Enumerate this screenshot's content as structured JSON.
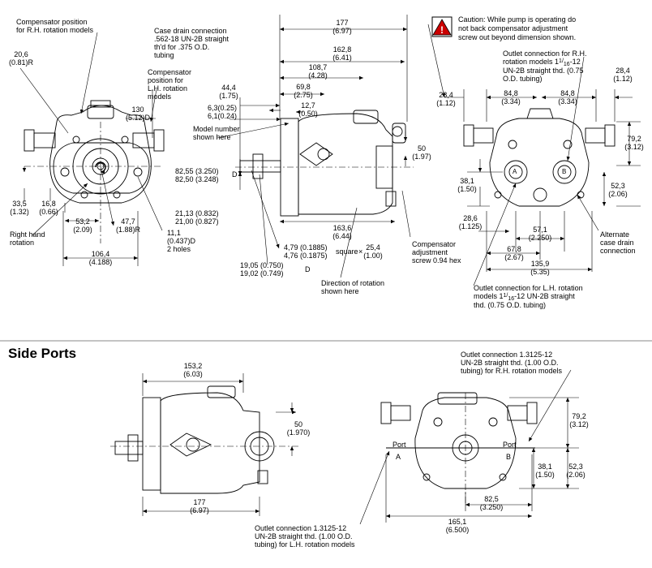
{
  "caution": {
    "line1": "Caution: While pump is operating do",
    "line2": "not back compensator adjustment",
    "line3": "screw out beyond dimension shown."
  },
  "front": {
    "comp_rh_1": "Compensator position",
    "comp_rh_2": "for R.H. rotation models",
    "r_20_6": "20,6",
    "r_081": "(0.81)R",
    "comp_lh_1": "Compensator",
    "comp_lh_2": "position for",
    "comp_lh_3": "L.H. rotation",
    "comp_lh_4": "models",
    "d130": "130",
    "d512": "(5.12)D",
    "d33_5": "33,5",
    "d1_32": "(1.32)",
    "d16_8": "16,8",
    "d0_66": "(0.66)",
    "d53_2": "53,2",
    "d2_09": "(2.09)",
    "d47_7": "47,7",
    "d1_88": "(1.88)R",
    "d11_1": "11,1",
    "d0_437": "(0.437)D",
    "holes": "2 holes",
    "rh_rot_1": "Right hand",
    "rh_rot_2": "rotation",
    "d106_4": "106,4",
    "d4_188": "(4.188)"
  },
  "side": {
    "case_drain_1": "Case drain connection",
    "case_drain_2": ".562-18 UN-2B straight",
    "case_drain_3": "th'd for .375 O.D.",
    "case_drain_4": "tubing",
    "d177": "177",
    "d6_97": "(6.97)",
    "d162_8": "162,8",
    "d6_41": "(6.41)",
    "d108_7": "108,7",
    "d4_28": "(4.28)",
    "d69_8": "69,8",
    "d2_75": "(2.75)",
    "d44_4": "44,4",
    "d1_75": "(1.75)",
    "d12_7": "12,7",
    "d0_50": "(0.50)",
    "d6_3": "6,3(0.25)",
    "d6_1": "6,1(0.24)",
    "model_1": "Model number",
    "model_2": "shown here",
    "d82_55": "82,55 (3.250)",
    "d82_50": "82,50 (3.248)",
    "dD": "D",
    "d50": "50",
    "d1_97": "(1.97)",
    "d21_13": "21,13 (0.832)",
    "d21_00": "21,00 (0.827)",
    "d163_6": "163,6",
    "d6_44": "(6.44)",
    "d4_79": "4,79 (0.1885)",
    "d4_76": "4,76 (0.1875)",
    "square": "square",
    "times": "×",
    "d25_4": "25,4",
    "d1_00": "(1.00)",
    "d19_05": "19,05 (0.750)",
    "d19_02": "19,02 (0.749)",
    "dD2": "D",
    "comp_adj_1": "Compensator",
    "comp_adj_2": "adjustment",
    "comp_adj_3": "screw 0.94 hex",
    "dir_1": "Direction of rotation",
    "dir_2": "shown here"
  },
  "rear": {
    "outlet_rh_1": "Outlet connection for R.H.",
    "outlet_rh_2a": "rotation models 1",
    "outlet_rh_2b": "1/",
    "outlet_rh_2c": "16",
    "outlet_rh_2d": "-12",
    "outlet_rh_3": "UN-2B straight thd. (0.75",
    "outlet_rh_4": "O.D. tubing)",
    "d28_4a": "28,4",
    "d1_12a": "(1.12)",
    "d28_4b": "28,4",
    "d1_12b": "(1.12)",
    "d84_8a": "84,8",
    "d3_34a": "(3.34)",
    "d84_8b": "84,8",
    "d3_34b": "(3.34)",
    "d79_2": "79,2",
    "d3_12": "(3.12)",
    "d38_1": "38,1",
    "d1_50": "(1.50)",
    "d52_3": "52,3",
    "d2_06": "(2.06)",
    "d28_6": "28,6",
    "d1_125": "(1.125)",
    "d57_1": "57,1",
    "d2_250": "(2.250)",
    "d67_8": "67,8",
    "d2_67": "(2.67)",
    "d135_9": "135,9",
    "d5_35": "(5.35)",
    "alt_1": "Alternate",
    "alt_2": "case drain",
    "alt_3": "connection",
    "outlet_lh_1": "Outlet connection for L.H. rotation",
    "outlet_lh_2a": "models 1",
    "outlet_lh_2b": "1/",
    "outlet_lh_2c": "16",
    "outlet_lh_2d": "-12 UN-2B straight",
    "outlet_lh_3": "thd. (0.75 O.D. tubing)",
    "port_a": "A",
    "port_b": "B"
  },
  "sideports": {
    "title": "Side Ports",
    "d153_2": "153,2",
    "d6_03": "(6.03)",
    "d50": "50",
    "d1_970": "(1.970)",
    "d177": "177",
    "d6_97": "(6.97)",
    "outlet_rh_1": "Outlet connection 1.3125-12",
    "outlet_rh_2": "UN-2B straight thd. (1.00 O.D.",
    "outlet_rh_3": "tubing) for R.H. rotation models",
    "d79_2": "79,2",
    "d3_12": "(3.12)",
    "port_a1": "Port",
    "port_a2": "A",
    "port_b1": "Port",
    "port_b2": "B",
    "d38_1": "38,1",
    "d1_50": "(1.50)",
    "d52_3": "52,3",
    "d2_06": "(2.06)",
    "d82_5": "82,5",
    "d3_250": "(3.250)",
    "d165_1": "165,1",
    "d6_500": "(6.500)",
    "outlet_lh_1": "Outlet connection 1.3125-12",
    "outlet_lh_2": "UN-2B straight thd. (1.00 O.D.",
    "outlet_lh_3": "tubing) for L.H. rotation models"
  }
}
